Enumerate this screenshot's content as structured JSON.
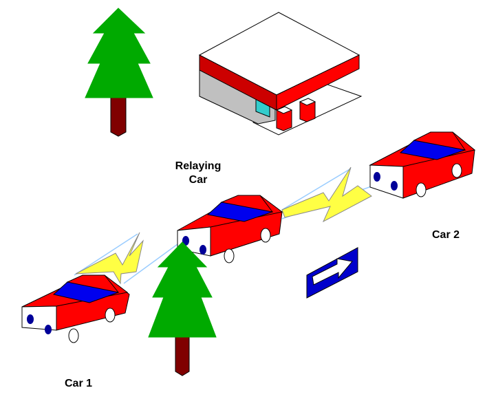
{
  "labels": {
    "relay_line1": "Relaying",
    "relay_line2": "Car",
    "car1": "Car 1",
    "car2": "Car 2"
  },
  "colors": {
    "car_body": "#ff0000",
    "car_glass": "#0000ff",
    "car_front": "#ffffff",
    "headlight": "#000099",
    "tree": "#00aa00",
    "trunk": "#800000",
    "signal": "#ffff44",
    "sign": "#0000cc",
    "station_roof_band": "#cc0000",
    "station_wall": "#c0c0c0"
  },
  "icons": [
    "tree-icon",
    "gas-station-icon",
    "car-icon",
    "wireless-link-icon",
    "direction-arrow-icon"
  ]
}
